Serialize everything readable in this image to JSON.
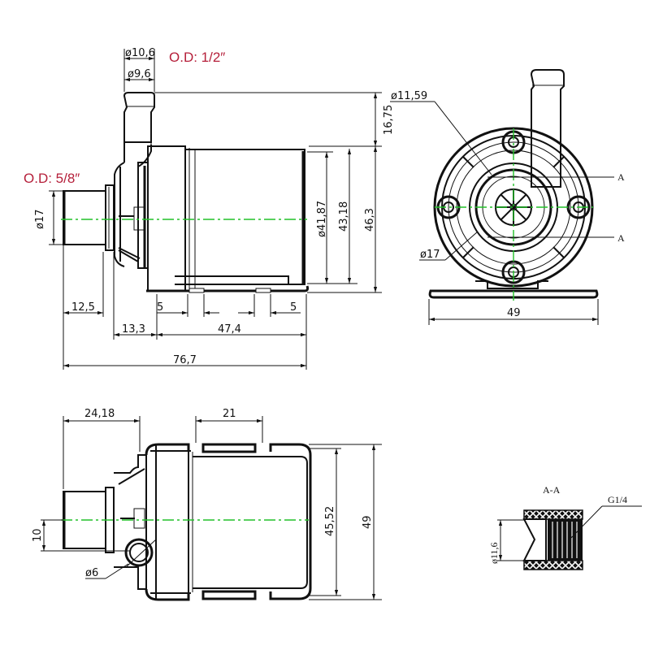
{
  "drawing": {
    "title": "Pump technical drawing",
    "colors": {
      "line": "#111111",
      "centerline": "#22c028",
      "od_label": "#b51f3a"
    }
  },
  "side_view": {
    "outlet_od_label": "O.D: 1/2″",
    "inlet_od_label": "O.D: 5/8″",
    "outlet_outer_diameter": "ø10,6",
    "outlet_inner_diameter": "ø9,6",
    "inlet_diameter": "ø17",
    "outlet_height": "16,75",
    "body_diameter": "ø41,87",
    "body_height": "43,18",
    "total_height": "46,3",
    "inlet_length": "12,5",
    "slot_width_left": "5",
    "slot_width_right": "5",
    "head_length": "13,3",
    "body_length": "47,4",
    "total_length": "76,7"
  },
  "front_view": {
    "outlet_diameter": "ø11,59",
    "inlet_diameter": "ø17",
    "section_marker_top": "A",
    "section_marker_bottom": "A",
    "base_width": "49"
  },
  "top_view": {
    "inlet_offset": "24,18",
    "slot_width": "21",
    "body_width": "45,52",
    "total_width": "49",
    "centerline_offset": "10",
    "drain_diameter": "ø6"
  },
  "section_view": {
    "title": "A-A",
    "bore_diameter": "ø11,6",
    "thread_label": "G1/4"
  }
}
